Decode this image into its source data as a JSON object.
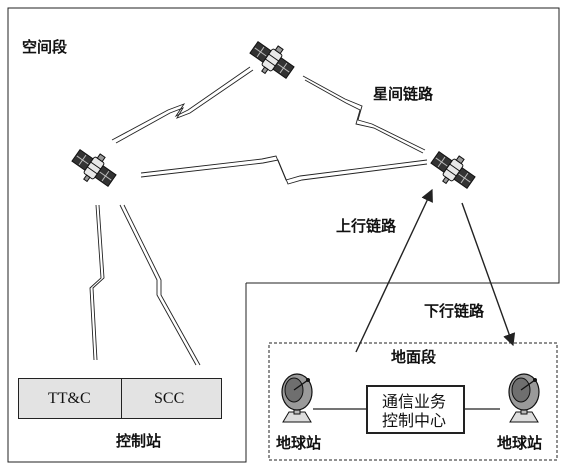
{
  "labels": {
    "space_segment": "空间段",
    "inter_satellite_link": "星间链路",
    "uplink": "上行链路",
    "downlink": "下行链路",
    "ground_segment": "地面段",
    "control_station": "控制站",
    "earth_station_left": "地球站",
    "earth_station_right": "地球站",
    "ttc": "TT&C",
    "scc": "SCC",
    "service_center_line1": "通信业务",
    "service_center_line2": "控制中心"
  },
  "icons": {
    "satellite": "satellite-icon",
    "dish": "satellite-dish-icon"
  },
  "colors": {
    "line": "#222222",
    "panel_fill": "#e3e3e3",
    "dish_fill": "#9a9a9a"
  }
}
